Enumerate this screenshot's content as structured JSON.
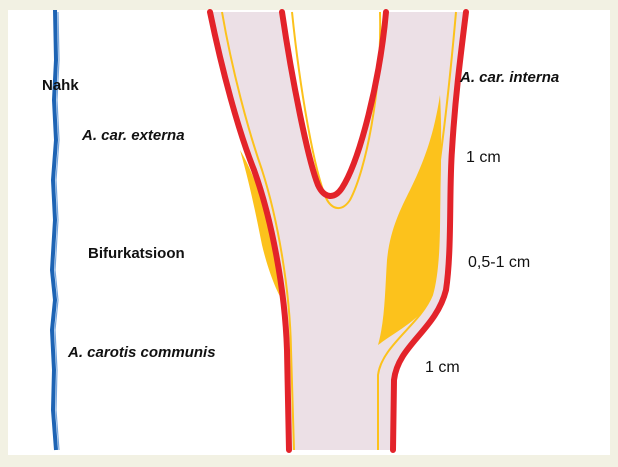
{
  "labels": {
    "skin": "Nahk",
    "external": "A. car. externa",
    "internal": "A. car. interna",
    "bifurcation": "Bifurkatsioon",
    "common": "A. carotis communis",
    "depth_internal_top": "1 cm",
    "depth_bifurcation": "0,5-1 cm",
    "depth_common": "1 cm"
  },
  "colors": {
    "background": "#f2f1e3",
    "panel": "#ffffff",
    "skin_line": "#1e64b4",
    "vessel_wall": "#e3232a",
    "vessel_lumen": "#ece0e6",
    "plaque": "#fcc21c"
  }
}
